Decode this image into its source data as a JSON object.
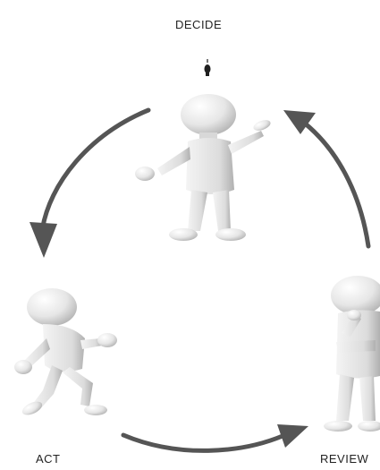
{
  "stages": {
    "decide": "DECIDE",
    "act": "ACT",
    "review": "REVIEW"
  },
  "colors": {
    "arrow": "#555555",
    "figure_light": "#ffffff",
    "figure_dark": "#bdbdbd",
    "text": "#222222"
  },
  "icons": {
    "decide": "decide-figure-icon",
    "act": "act-figure-icon",
    "review": "review-figure-icon",
    "indicator": "lightbulb-icon"
  }
}
